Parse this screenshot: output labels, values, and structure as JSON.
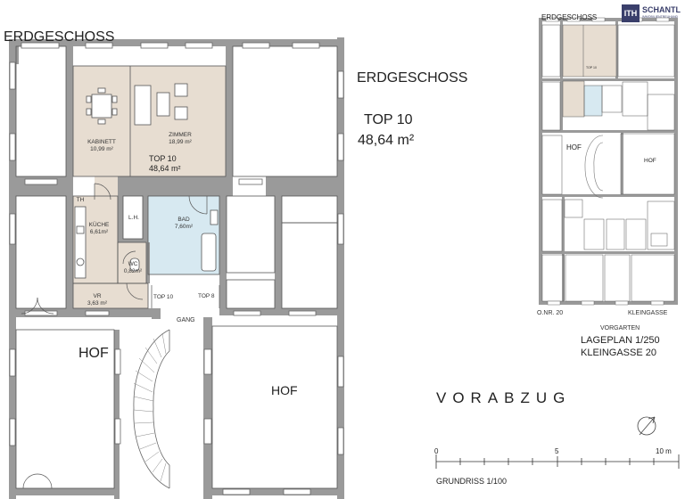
{
  "plan": {
    "floor_label_top": "ERDGESCHOSS",
    "floor_label_right": "ERDGESCHOSS",
    "unit_title": "TOP 10",
    "unit_area": "48,64 m²",
    "rooms": [
      {
        "name": "KABINETT",
        "area": "10,99 m²"
      },
      {
        "name": "ZIMMER",
        "area": "18,99 m²"
      },
      {
        "name": "KÜCHE",
        "area": "6,61m²"
      },
      {
        "name": "BAD",
        "area": "7,60m²"
      },
      {
        "name": "WC",
        "area": "0,82m²"
      },
      {
        "name": "VR",
        "area": "3,63 m²"
      },
      {
        "name": "L.H.",
        "area": ""
      },
      {
        "name": "TH",
        "area": ""
      }
    ],
    "inline_top_label": "TOP 10",
    "inline_top_area": "48,64 m²",
    "door_labels": [
      "TOP 10",
      "TOP 8"
    ],
    "corridor": "GANG",
    "courtyard_left": "HOF",
    "courtyard_right": "HOF"
  },
  "site": {
    "floor_label": "ERDGESCHOSS",
    "unit_tiny": "TOP 10",
    "courtyard_1": "HOF",
    "courtyard_2": "HOF",
    "street_number": "O.NR. 20",
    "street": "KLEINGASSE",
    "front_garden": "VORGARTEN",
    "site_plan_label": "LAGEPLAN 1/250",
    "site_address": "KLEINGASSE 20"
  },
  "logo": {
    "mark": "ITH",
    "name": "SCHANTL",
    "subtitle": "IMMOBILIENTREUHAND"
  },
  "draft_label": "VORABZUG",
  "scale": {
    "start": "0",
    "mid": "5",
    "end": "10 m",
    "label": "GRUNDRISS 1/100"
  },
  "colors": {
    "room_beige": "#e7ddd1",
    "bath_blue": "#d7e9f1",
    "wall": "#9a9a9a"
  }
}
